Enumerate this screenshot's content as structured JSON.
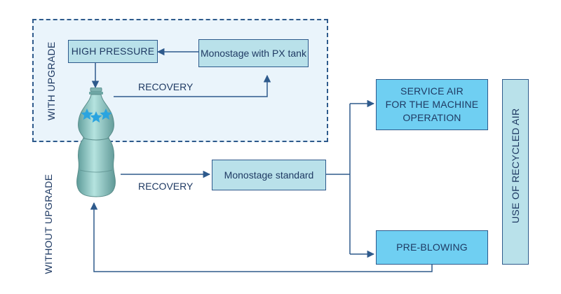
{
  "zones": {
    "with_upgrade": "WITH UPGRADE",
    "without_upgrade": "WITHOUT UPGRADE"
  },
  "boxes": {
    "high_pressure": "HIGH PRESSURE",
    "monostage_px": "Monostage with PX tank",
    "monostage_standard": "Monostage standard",
    "service_air": "SERVICE AIR\nFOR THE MACHINE\nOPERATION",
    "pre_blowing": "PRE-BLOWING",
    "use_recycled_air": "USE OF RECYCLED AIR"
  },
  "labels": {
    "recovery_top": "RECOVERY",
    "recovery_bottom": "RECOVERY"
  },
  "colors": {
    "line": "#2e5a8c",
    "pale_box": "#b9e1ea",
    "bright_box": "#6fcff2",
    "zone_fill": "#eaf4fb",
    "bottle": "#8cc4c2",
    "stars": "#2aa4e0"
  }
}
